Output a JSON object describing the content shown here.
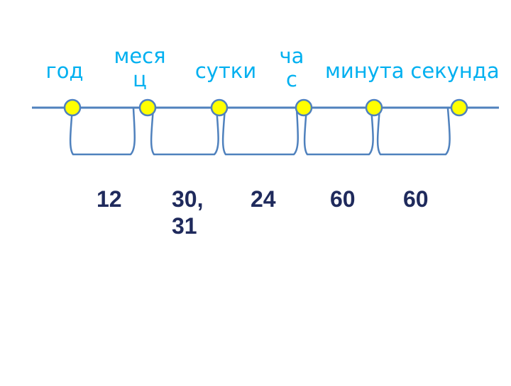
{
  "units": [
    {
      "label": "год"
    },
    {
      "label": "меся ц"
    },
    {
      "label": "сутки"
    },
    {
      "label": "ча с"
    },
    {
      "label": "минута"
    },
    {
      "label": "секунда"
    }
  ],
  "conversions": [
    {
      "value": "12"
    },
    {
      "value": "30, 31"
    },
    {
      "value": "24"
    },
    {
      "value": "60"
    },
    {
      "value": "60"
    }
  ],
  "colors": {
    "line": "#4f81bd",
    "point_fill": "#ffff00",
    "point_stroke": "#4f81bd",
    "unit_text": "#00b0f0",
    "value_text": "#1f2a5c"
  }
}
